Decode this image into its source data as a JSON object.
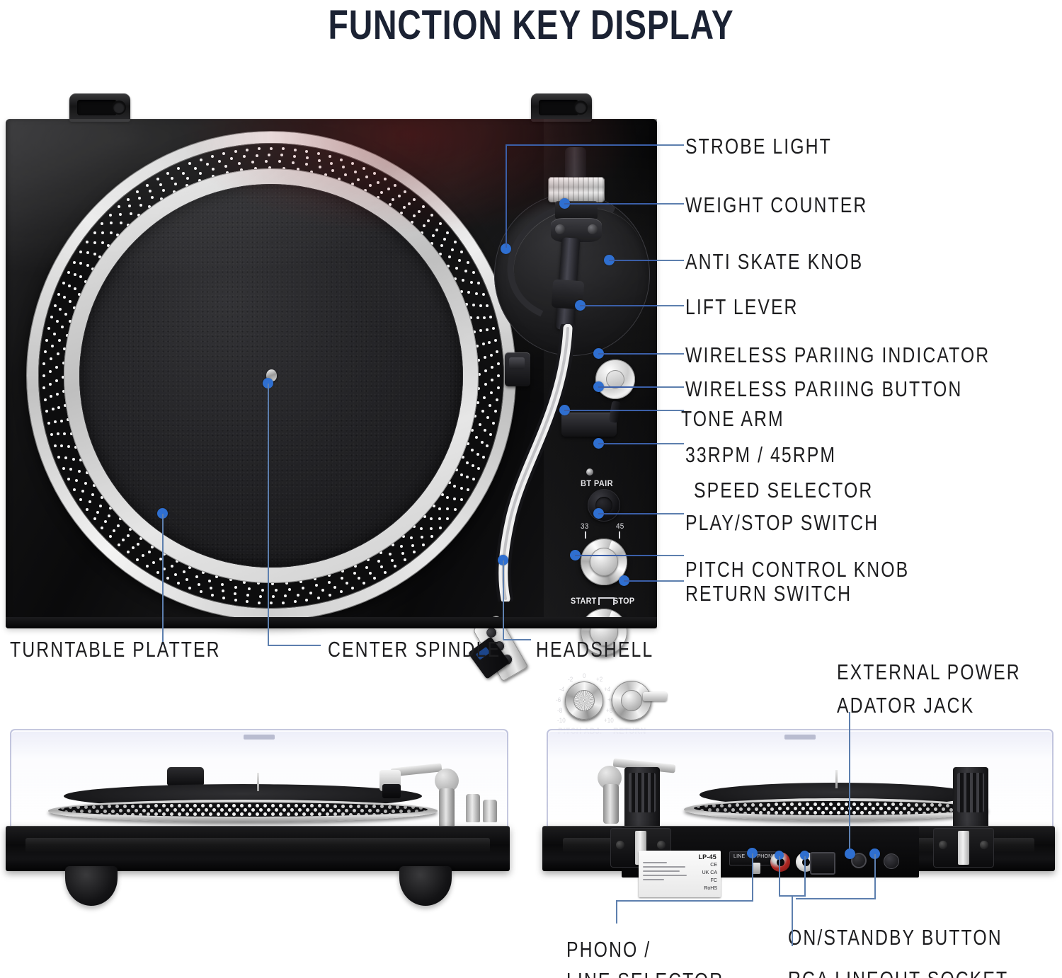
{
  "header": {
    "title": "FUNCTION KEY DISPLAY"
  },
  "callouts": {
    "right_column": [
      {
        "id": "strobe-light",
        "label": "STROBE LIGHT"
      },
      {
        "id": "weight-counter",
        "label": "WEIGHT COUNTER"
      },
      {
        "id": "anti-skate-knob",
        "label": "ANTI SKATE KNOB"
      },
      {
        "id": "lift-lever",
        "label": "LIFT LEVER"
      },
      {
        "id": "wireless-pairing-indicator",
        "label": "WIRELESS PARIING INDICATOR"
      },
      {
        "id": "wireless-pairing-button",
        "label": "WIRELESS PARIING BUTTON"
      },
      {
        "id": "tone-arm",
        "label": "TONE ARM"
      },
      {
        "id": "speed-selector-line1",
        "label": "33RPM / 45RPM"
      },
      {
        "id": "speed-selector-line2",
        "label": "SPEED SELECTOR"
      },
      {
        "id": "play-stop-switch",
        "label": "PLAY/STOP SWITCH"
      },
      {
        "id": "pitch-control-knob",
        "label": "PITCH CONTROL KNOB"
      },
      {
        "id": "return-switch",
        "label": "RETURN SWITCH"
      }
    ],
    "bottom_row": [
      {
        "id": "turntable-platter",
        "label": "TURNTABLE PLATTER"
      },
      {
        "id": "center-spindle",
        "label": "CENTER SPINDLE"
      },
      {
        "id": "headshell",
        "label": "HEADSHELL"
      }
    ],
    "lower_section": [
      {
        "id": "external-power-adator-jack-line1",
        "label": "EXTERNAL POWER"
      },
      {
        "id": "external-power-adator-jack-line2",
        "label": "ADATOR JACK"
      },
      {
        "id": "phono-line-selector-line1",
        "label": "PHONO /"
      },
      {
        "id": "phono-line-selector-line2",
        "label": "LINE SELECTOR"
      },
      {
        "id": "on-standby-button",
        "label": "ON/STANDBY BUTTON"
      },
      {
        "id": "rca-lineout-socket",
        "label": "RCA LINEOUT SOCKET"
      }
    ]
  },
  "device_markings": {
    "bt_pair": "BT PAIR",
    "speed_33": "33",
    "speed_45": "45",
    "start": "START",
    "stop": "STOP",
    "pitch_adj": "PITCH ADJ.",
    "return": "RETURN",
    "pitch_scale": [
      "-2",
      "0",
      "+2",
      "-4",
      "+4",
      "-6",
      "+6",
      "-8",
      "+8",
      "-10",
      "+10"
    ],
    "model": "LP-45",
    "selector_line": "LINE",
    "selector_phono": "PHONO",
    "compliance_marks": [
      "CE",
      "UK CA",
      "FC",
      "RoHS"
    ]
  },
  "colors": {
    "title": "#1b2233",
    "label_text": "#1d1d1f",
    "leader_line": "#5d7fae",
    "leader_line_dark": "#3b5fa8",
    "marker_dot": "#2f6fd0",
    "background": "#ffffff"
  }
}
